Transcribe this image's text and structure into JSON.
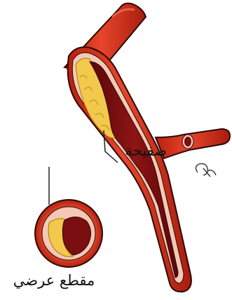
{
  "labels": {
    "plaque": "صفيحة",
    "cross_section": "مقطع عرضي"
  },
  "colors": {
    "artery_outer": "#d9321f",
    "artery_highlight": "#f06a4e",
    "artery_wall_pale": "#f3c9b5",
    "lumen_dark": "#7a0e10",
    "plaque_yellow": "#f2c94c",
    "plaque_pale": "#f7e8b0",
    "outline": "#2a0a06"
  },
  "icons": {
    "signature": "artist-signature-mark"
  }
}
